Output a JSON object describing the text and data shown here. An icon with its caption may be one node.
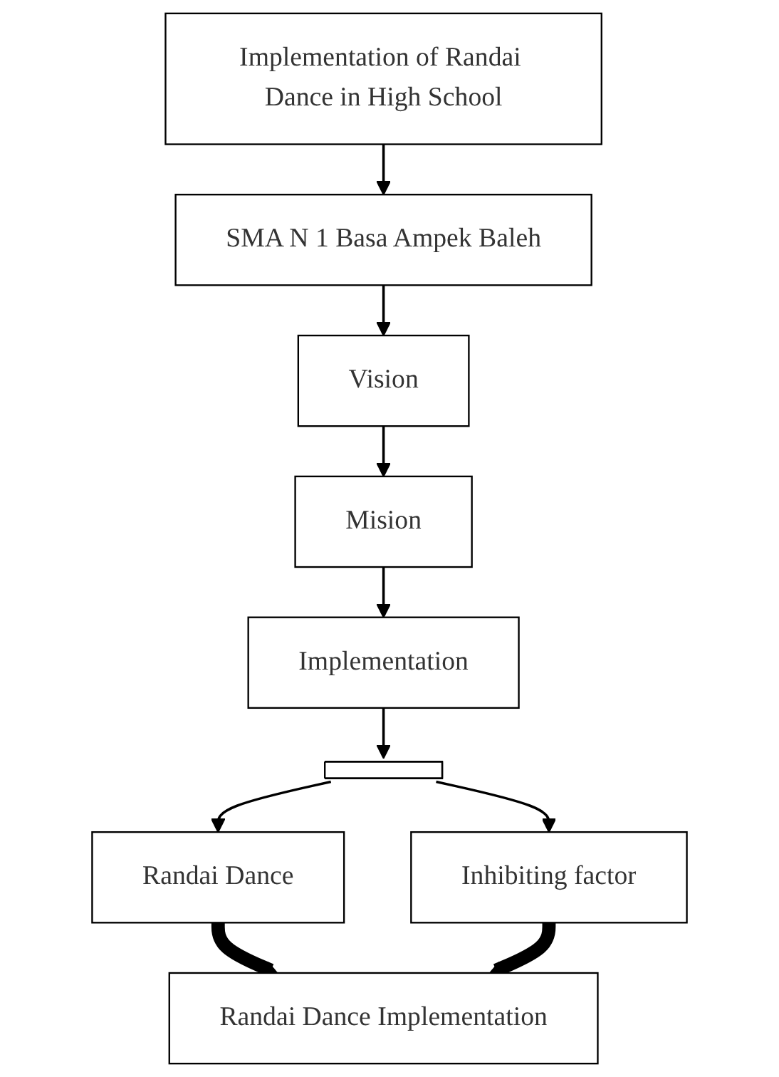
{
  "diagram": {
    "nodes": [
      {
        "text": [
          "Implementation of Randai Dance in High School"
        ]
      },
      {
        "text": [
          "SMA N 1 Basa Ampek Baleh"
        ]
      },
      {
        "text": [
          "Vision"
        ]
      },
      {
        "text": [
          "Mision"
        ]
      },
      {
        "text": [
          "Implementation"
        ]
      },
      {
        "text": [],
        "shape": "bar"
      },
      {
        "text": [
          "Randai Dance"
        ]
      },
      {
        "text": [
          "Inhibiting factor"
        ]
      },
      {
        "text": [
          "Randai Dance Implementation"
        ]
      }
    ],
    "edges": [
      {
        "from": 0,
        "to": 1,
        "arrow": "to"
      },
      {
        "from": 1,
        "to": 2,
        "arrow": "to"
      },
      {
        "from": 2,
        "to": 3,
        "arrow": "to"
      },
      {
        "from": 3,
        "to": 4,
        "arrow": "to"
      },
      {
        "from": 4,
        "to": 5,
        "arrow": "to"
      },
      {
        "from": 5,
        "to": 6,
        "arrow": "to"
      },
      {
        "from": 5,
        "to": 7,
        "arrow": "to"
      },
      {
        "from": 6,
        "to": 8,
        "arrow": "to",
        "style": "thick"
      },
      {
        "from": 7,
        "to": 8,
        "arrow": "to",
        "style": "thick"
      }
    ]
  }
}
